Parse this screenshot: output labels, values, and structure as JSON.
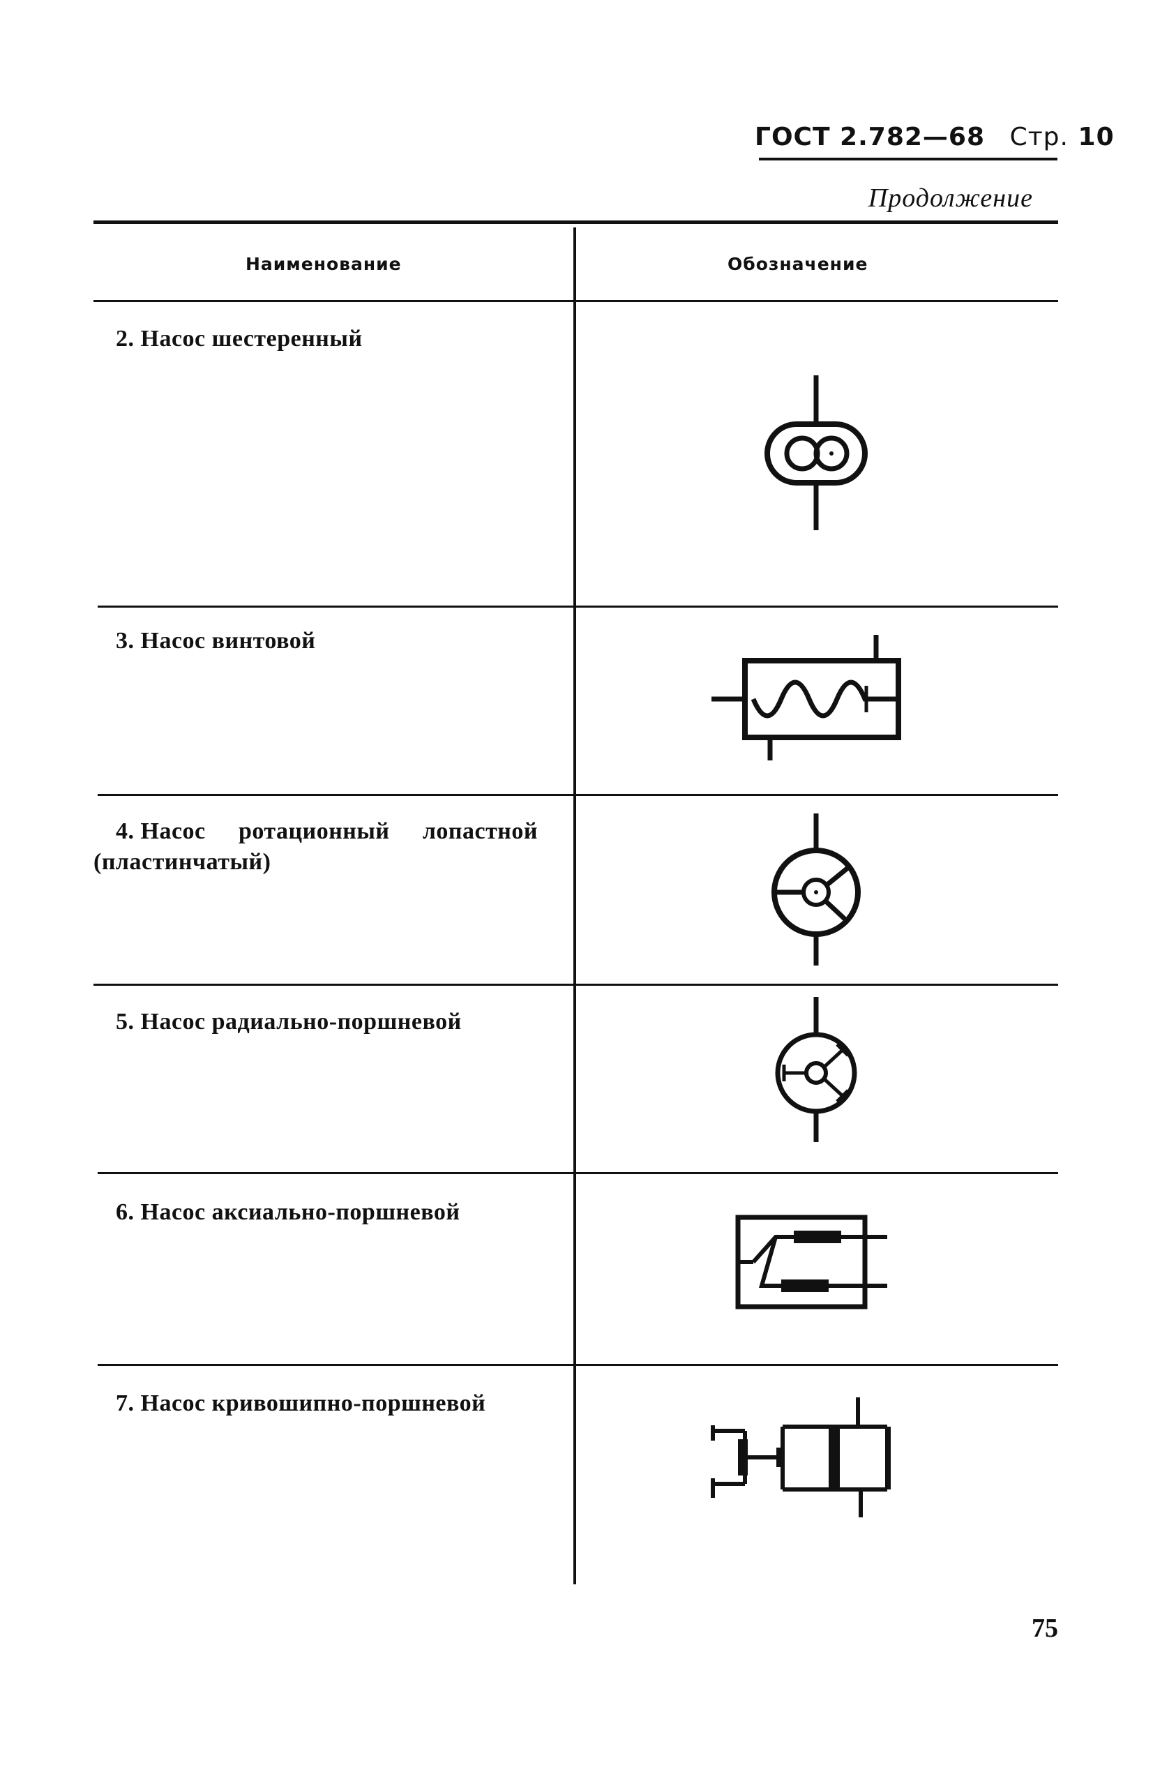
{
  "header": {
    "standard": "ГОСТ 2.782—68",
    "page_label": "Стр.",
    "page_num": "10",
    "continuation": "Продолжение"
  },
  "table": {
    "col_name": "Наименование",
    "col_symbol": "Обозначение",
    "rows": [
      {
        "text": "2. Насос шестеренный",
        "symbol_icon": "gear-pump-symbol-icon"
      },
      {
        "text": "3. Насос винтовой",
        "symbol_icon": "screw-pump-symbol-icon"
      },
      {
        "line1_a": "4. Насос",
        "line1_b": "ротационный",
        "line1_c": "лопастной",
        "line2": "(пластинчатый)",
        "symbol_icon": "vane-pump-symbol-icon"
      },
      {
        "text": "5. Насос радиально-поршневой",
        "symbol_icon": "radial-piston-pump-symbol-icon"
      },
      {
        "text": "6. Насос аксиально-поршневой",
        "symbol_icon": "axial-piston-pump-symbol-icon"
      },
      {
        "text": "7. Насос кривошипно-поршневой",
        "symbol_icon": "crank-piston-pump-symbol-icon"
      }
    ]
  },
  "page_number": "75"
}
